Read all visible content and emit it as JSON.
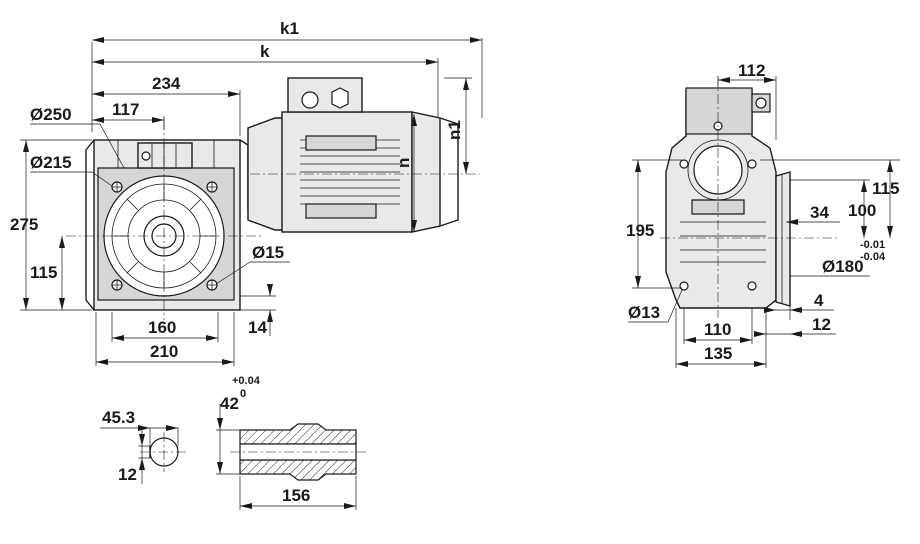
{
  "front_view": {
    "k1": "k1",
    "k": "k",
    "n": "n",
    "n1": "n1",
    "dim_234": "234",
    "dim_117": "117",
    "dim_d250": "Ø250",
    "dim_d215": "Ø215",
    "dim_275": "275",
    "dim_115": "115",
    "dim_d15": "Ø15",
    "dim_160": "160",
    "dim_210": "210",
    "dim_14": "14"
  },
  "side_view": {
    "dim_112": "112",
    "dim_115": "115",
    "dim_100": "100",
    "dim_34": "34",
    "dim_195": "195",
    "tol_upper": "-0.01",
    "tol_lower": "-0.04",
    "dim_d180": "Ø180",
    "dim_d13": "Ø13",
    "dim_4": "4",
    "dim_110": "110",
    "dim_12": "12",
    "dim_135": "135"
  },
  "shaft_detail": {
    "dim_45_3": "45.3",
    "dim_12": "12",
    "dim_42": "42",
    "tol_plus": "+0.04",
    "tol_zero": "0",
    "dim_156": "156"
  }
}
